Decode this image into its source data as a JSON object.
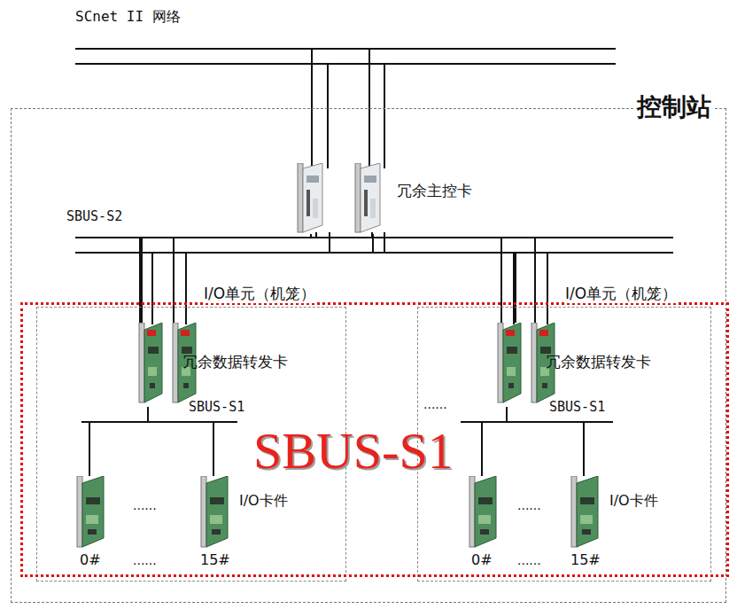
{
  "diagram": {
    "nodes": [
      {
        "text": [
          "控制站"
        ]
      },
      {
        "text": [
          "冗余主控卡"
        ],
        "in": 0
      },
      {
        "text": [
          "I/O单元（机笼）"
        ],
        "in": 0
      },
      {
        "text": [
          "冗余数据转发卡"
        ],
        "in": 2
      },
      {
        "text": [
          "0#"
        ],
        "in": 2
      },
      {
        "text": [
          "15#"
        ],
        "in": 2
      },
      {
        "text": [
          "I/O单元（机笼）"
        ],
        "in": 0
      },
      {
        "text": [
          "冗余数据转发卡"
        ],
        "in": 6
      },
      {
        "text": [
          "0#"
        ],
        "in": 6
      },
      {
        "text": [
          "15#"
        ],
        "in": 6
      },
      {
        "text": [
          "SBUS-S1"
        ],
        "in": 0
      }
    ],
    "edges": [
      {
        "from": 1,
        "to": 3,
        "arrow": "none"
      },
      {
        "from": 1,
        "to": 7,
        "arrow": "none"
      },
      {
        "from": 3,
        "to": 4,
        "arrow": "none"
      },
      {
        "from": 3,
        "to": 5,
        "arrow": "none"
      },
      {
        "from": 7,
        "to": 8,
        "arrow": "none"
      },
      {
        "from": 7,
        "to": 9,
        "arrow": "none"
      }
    ],
    "labels": [
      "SCnet II 网络",
      "SBUS-S2",
      "SBUS-S1",
      "SBUS-S1",
      "I/O卡件",
      "I/O卡件",
      "......",
      "......",
      "......",
      "......",
      "......"
    ]
  }
}
